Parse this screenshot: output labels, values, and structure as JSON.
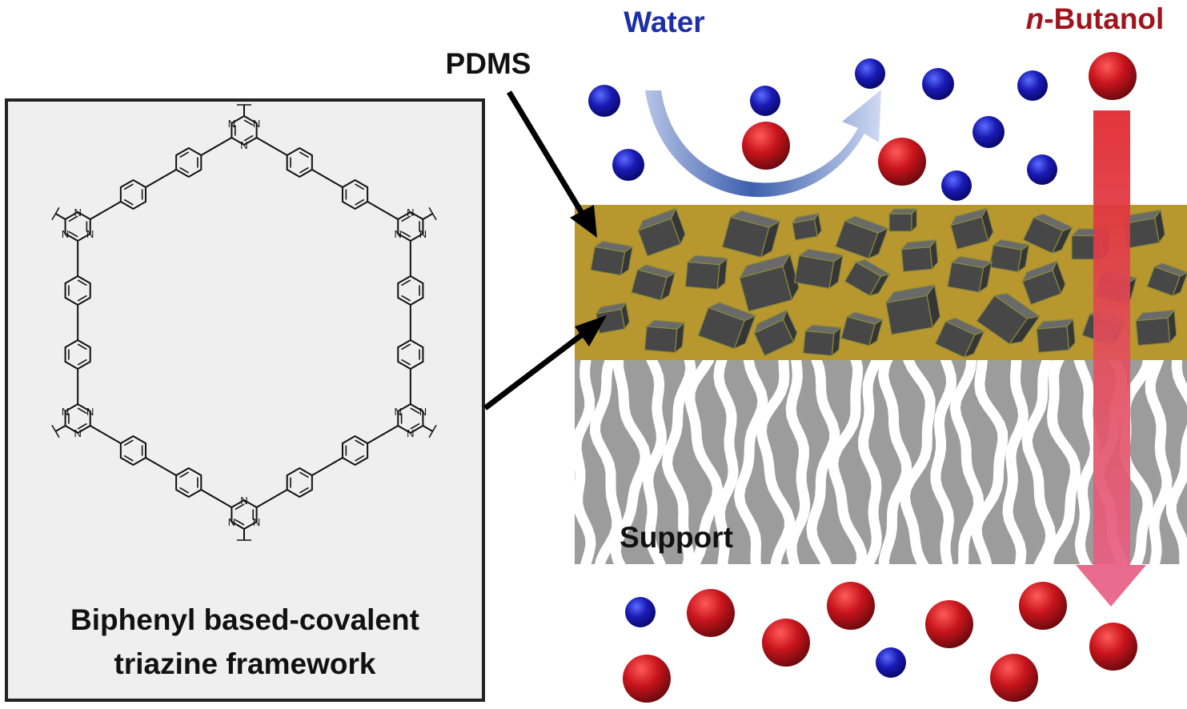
{
  "labels": {
    "water": "Water",
    "butanol_prefix": "n",
    "butanol_rest": "-Butanol",
    "pdms": "PDMS",
    "support": "Support",
    "framework_line1": "Biphenyl based-covalent",
    "framework_line2": "triazine framework"
  },
  "triazine_atom": "N",
  "colors": {
    "water_molecule": "#1a1ab5",
    "butanol_molecule": "#c0141c",
    "water_label": "#1c2fa8",
    "butanol_label": "#a0141c",
    "pdms_layer": "#b8972f",
    "filler_particle": "#4a4a4a",
    "support_layer": "#9c9c9c",
    "structure_panel": "#efefef"
  }
}
